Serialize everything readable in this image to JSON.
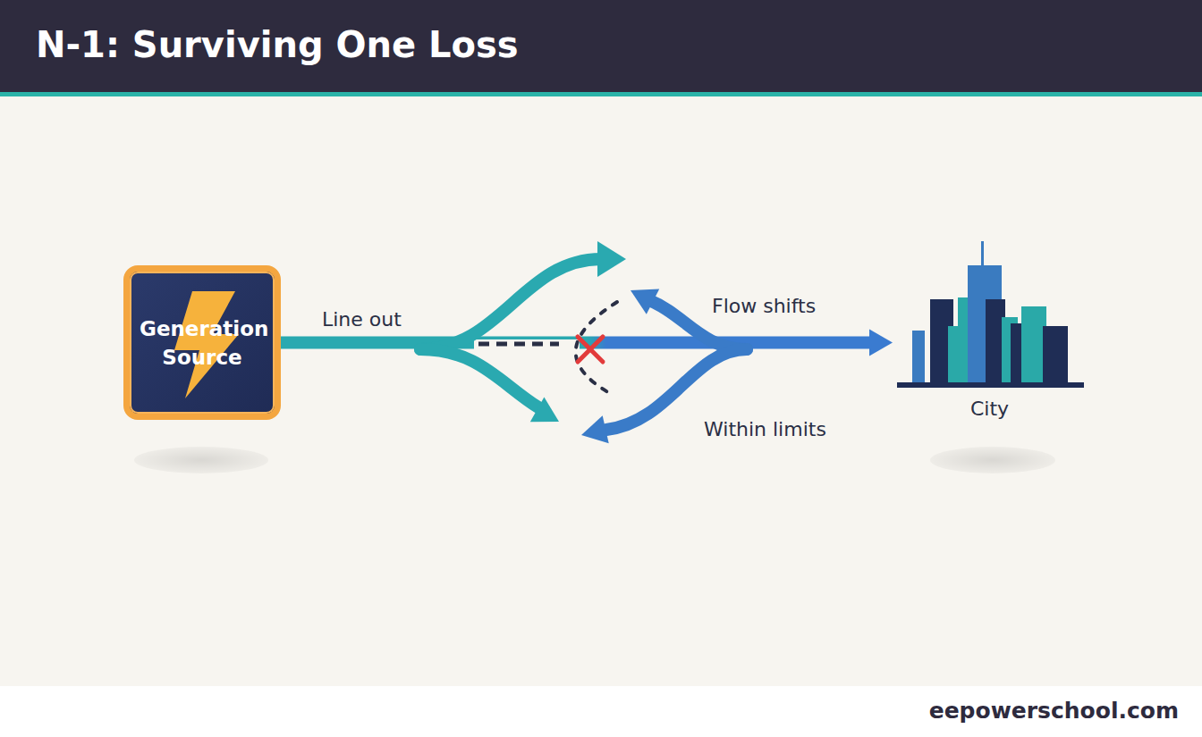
{
  "diagram": {
    "title": "N-1: Surviving One Loss",
    "nodes": [
      {
        "text": [
          "Generation Source"
        ]
      },
      {
        "text": [
          "City"
        ]
      }
    ],
    "edges": [
      {
        "from": 0,
        "to": 1,
        "arrow": "to"
      }
    ],
    "labels": [
      "Line out",
      "Flow shifts",
      "Within limits",
      "eepowerschool.com"
    ]
  }
}
